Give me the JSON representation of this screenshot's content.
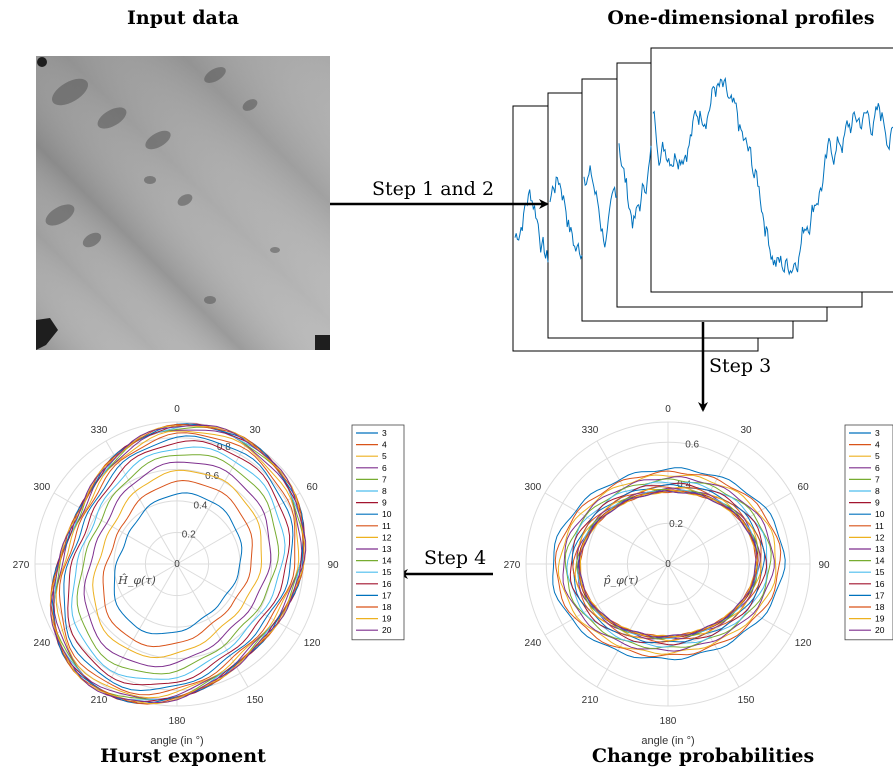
{
  "titles": {
    "input": "Input data",
    "profiles": "One-dimensional profiles",
    "hurst": "Hurst exponent",
    "change": "Change probabilities"
  },
  "steps": {
    "s12": "Step 1 and 2",
    "s3": "Step 3",
    "s4": "Step 4"
  },
  "colors": [
    "#0072BD",
    "#D95319",
    "#EDB120",
    "#7E2F8E",
    "#77AC30",
    "#4DBEEE",
    "#A2142F"
  ],
  "legend_labels": [
    "3",
    "4",
    "5",
    "6",
    "7",
    "8",
    "9",
    "10",
    "11",
    "12",
    "13",
    "14",
    "15",
    "16",
    "17",
    "18",
    "19",
    "20"
  ],
  "chart_data": [
    {
      "type": "polar-line",
      "id": "hurst",
      "symbol": "Ĥ_φ(τ)",
      "xlabel": "angle (in °)",
      "angle_ticks": [
        "0",
        "30",
        "60",
        "90",
        "120",
        "150",
        "180",
        "210",
        "240",
        "270",
        "300",
        "330"
      ],
      "radial_ticks": [
        "0",
        "0.2",
        "0.4",
        "0.6",
        "0.8"
      ],
      "rlim": [
        0,
        0.9
      ],
      "series_names": [
        "3",
        "4",
        "5",
        "6",
        "7",
        "8",
        "9",
        "10",
        "11",
        "12",
        "13",
        "14",
        "15",
        "16",
        "17",
        "18",
        "19",
        "20"
      ]
    },
    {
      "type": "polar-line",
      "id": "change",
      "symbol": "p̂_φ(τ)",
      "xlabel": "angle (in °)",
      "angle_ticks": [
        "0",
        "30",
        "60",
        "90",
        "120",
        "150",
        "180",
        "210",
        "240",
        "270",
        "300",
        "330"
      ],
      "radial_ticks": [
        "0",
        "0.2",
        "0.4",
        "0.6"
      ],
      "rlim": [
        0,
        0.7
      ],
      "series_names": [
        "3",
        "4",
        "5",
        "6",
        "7",
        "8",
        "9",
        "10",
        "11",
        "12",
        "13",
        "14",
        "15",
        "16",
        "17",
        "18",
        "19",
        "20"
      ]
    }
  ]
}
